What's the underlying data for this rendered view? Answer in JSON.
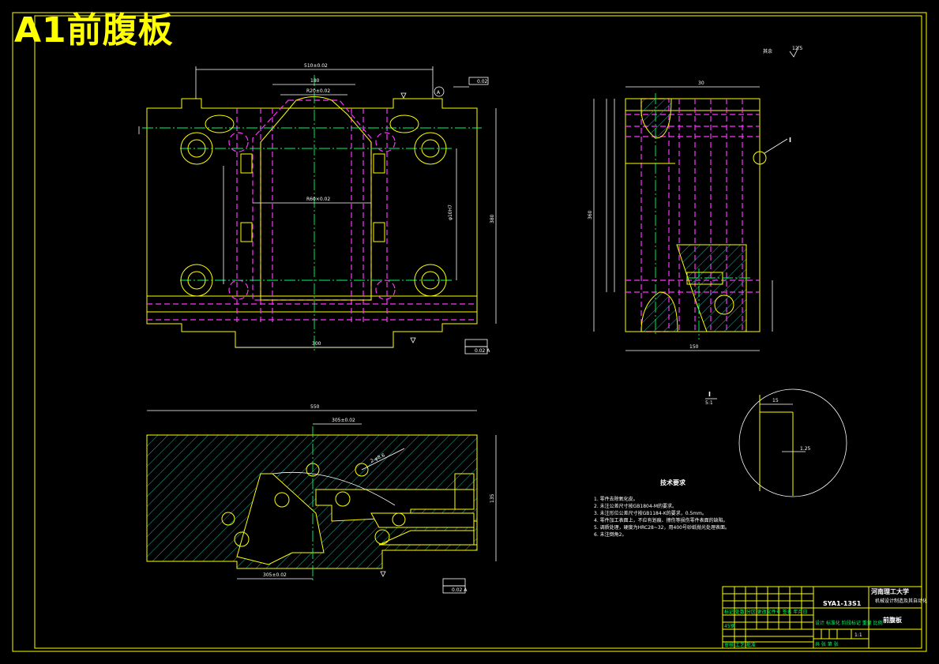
{
  "drawing": {
    "title": "A1前腹板",
    "roughness_label": "其余",
    "roughness_value": "12.5",
    "section_label": "I",
    "detail_label": "I",
    "detail_scale": "5:1",
    "datum_a": "A",
    "tolerance_flatness": "0.02",
    "tolerance_parallel": "0.02 A",
    "tolerance_perp": "0.02 A"
  },
  "dimensions": {
    "top_width": "510±0.02",
    "inner_top": "180",
    "pocket_top": "R20±0.02",
    "pocket_mid": "R60×0.02",
    "bolt_span": "φ10H7",
    "overall_height": "380",
    "bottom_width": "300",
    "side_top": "30",
    "side_height": "360",
    "side_width": "150",
    "section_width": "550",
    "section_dim1": "305±0.02",
    "section_dim2": "305±0.02",
    "section_height": "135",
    "hole_label": "2-φ8.6",
    "detail_dim": "15",
    "detail_small": "1.25"
  },
  "notes": {
    "heading": "技术要求",
    "items": [
      "1. 零件去除氧化皮。",
      "2. 未注公差尺寸按GB1804-M的要求。",
      "3. 未注形位公差尺寸按GB1184-K的要求，0.5mm。",
      "4. 零件加工表面上，不应有划痕、擦伤等损伤零件表面的缺陷。",
      "5. 调质处理，硬度为HRC28~32，用400号砂纸抛光处理表面。",
      "6. 未注倒角2。"
    ]
  },
  "title_block": {
    "drawing_no": "SYA1-13S1",
    "school": "河南理工大学",
    "school_sub": "机械设计制造及其自动化",
    "part_name": "前腹板",
    "material_row": "标记 处数 分区 更改文件号 签名 年月日",
    "design_row": "设计 标准化 阶段标记 重量 比例",
    "scale": "1:1",
    "audit_row": "审核 工艺 批准",
    "process_row": "共 张 第 张",
    "material_note": "45钢"
  }
}
